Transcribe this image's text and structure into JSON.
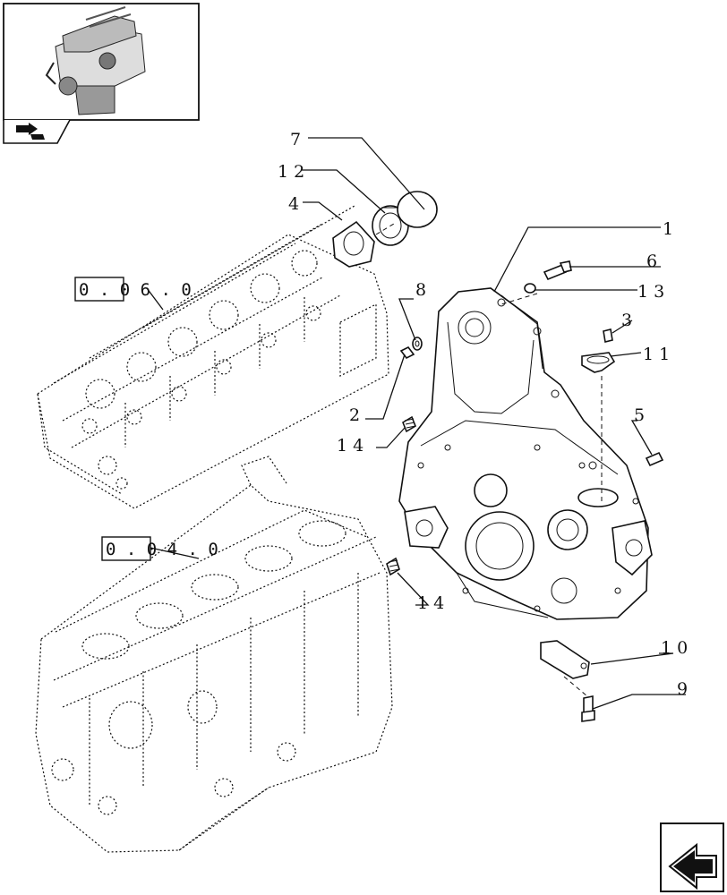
{
  "thumbnail": {
    "icon": "engine-thumbnail-icon"
  },
  "nav": {
    "prev_icon": "folder-back-arrow-icon",
    "next_icon": "next-page-arrow-icon"
  },
  "references": {
    "cylinder_head": "0 . 0 6 . 0",
    "crankcase": "0 . 0 4 . 0"
  },
  "callouts": {
    "c1": "1",
    "c2": "2",
    "c3": "3",
    "c4": "4",
    "c5": "5",
    "c6": "6",
    "c7": "7",
    "c8": "8",
    "c9": "9",
    "c10": "1 0",
    "c11": "1 1",
    "c12": "1 2",
    "c13": "1 3",
    "c14a": "1 4",
    "c14b": "1 4"
  }
}
